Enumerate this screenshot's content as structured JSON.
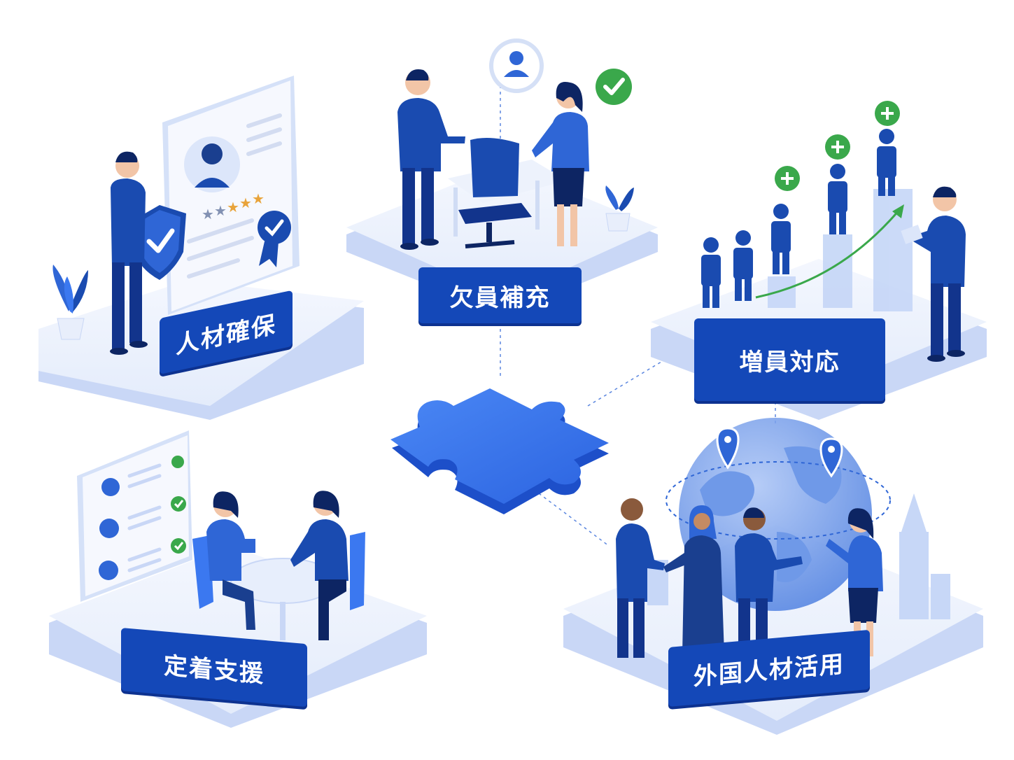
{
  "labels": {
    "jinzai_kakuho": "人材確保",
    "ketsuin_hoju": "欠員補充",
    "zouin_taiou": "増員対応",
    "teichaku_shien": "定着支援",
    "gaikokujin_katsuyou": "外国人材活用"
  },
  "icons": {
    "center": "puzzle-piece-icon",
    "top_profile": "user-profile-icon",
    "approval": "check-circle-icon",
    "growth": "plus-circle-icon",
    "shield": "shield-check-icon",
    "award": "award-ribbon-icon",
    "location": "map-pin-icon"
  },
  "rating_stars": 5,
  "colors": {
    "primary": "#1448b8",
    "primary_dark": "#0d3290",
    "accent_blue": "#3b78f0",
    "platform": "#eaf0fd",
    "platform_side": "#c9d7f6",
    "check_green": "#3aa84b"
  }
}
